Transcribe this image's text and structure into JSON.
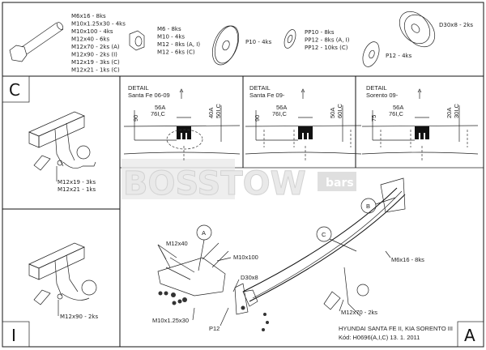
{
  "parts": {
    "bolts": [
      "M6x16 - 8ks",
      "M10x1.25x30 - 4ks",
      "M10x100 - 4ks",
      "M12x40 - 6ks",
      "M12x70 - 2ks (A)",
      "M12x90 - 2ks (I)",
      "M12x19 - 3ks (C)",
      "M12x21 - 1ks (C)"
    ],
    "nuts": [
      "M6 - 8ks",
      "M10 - 4ks",
      "M12 - 8ks (A, I)",
      "M12 - 6ks (C)"
    ],
    "washer_p10": "P10 - 4ks",
    "spring_washers": [
      "PP10 - 8ks",
      "PP12 - 8ks (A, I)",
      "PP12 - 10ks (C)"
    ],
    "washer_p12": "P12 - 4ks",
    "spacer": "D30x8 - 2ks"
  },
  "variant_c": {
    "letter": "C",
    "labels": [
      "M12x19 - 3ks",
      "M12x21 - 1ks"
    ]
  },
  "variant_i": {
    "letter": "I",
    "labels": [
      "M12x90 - 2ks"
    ]
  },
  "details": [
    {
      "title": "DETAIL",
      "model": "Santa Fe 06-09",
      "height": "90",
      "width_a": "56A",
      "width_ic": "76I,C",
      "offset_a": "40A",
      "offset_ic": "50I,C"
    },
    {
      "title": "DETAIL",
      "model": "Santa Fe 09-",
      "height": "90",
      "width_a": "56A",
      "width_ic": "76I,C",
      "offset_a": "50A",
      "offset_ic": "60I,C"
    },
    {
      "title": "DETAIL",
      "model": "Sorento 09-",
      "height": "75",
      "width_a": "56A",
      "width_ic": "76I,C",
      "offset_a": "20A",
      "offset_ic": "30I,C"
    }
  ],
  "watermark": {
    "brand": "BOSSTOW",
    "suffix": "bars"
  },
  "assembly": {
    "callouts": [
      "A",
      "B",
      "C"
    ],
    "labels": {
      "m12x40": "M12x40",
      "m10x100": "M10x100",
      "d30x8": "D30x8",
      "m10x125x30": "M10x1.25x30",
      "p12": "P12",
      "m6x16": "M6x16 - 8ks",
      "m12x70": "M12x70 - 2ks"
    }
  },
  "title_block": {
    "vehicle": "HYUNDAI  SANTA FE II, KIA SORENTO III",
    "code": "Kód: H0696(A,I,C)  13. 1. 2011",
    "variant": "A"
  }
}
